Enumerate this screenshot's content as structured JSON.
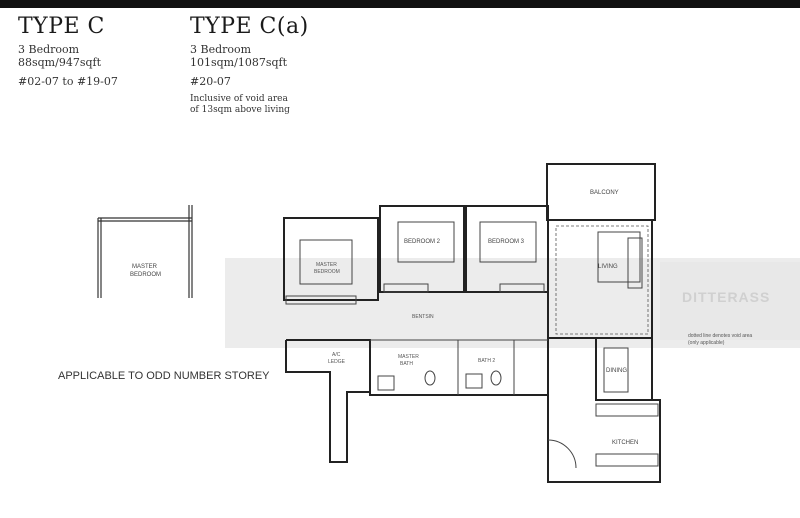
{
  "type_c": {
    "title": "TYPE C",
    "bedrooms": "3 Bedroom",
    "area": "88sqm/947sqft",
    "units": "#02-07 to #19-07"
  },
  "type_ca": {
    "title": "TYPE C(a)",
    "bedrooms": "3 Bedroom",
    "area": "101sqm/1087sqft",
    "units": "#20-07",
    "note_line1": "Inclusive of void area",
    "note_line2": "of 13sqm above living"
  },
  "applicable_note": "APPLICABLE TO ODD NUMBER STOREY",
  "rooms": {
    "master_bedroom_left": "MASTER BEDROOM",
    "master_bedroom": "MASTER BEDROOM",
    "bedroom2": "BEDROOM 2",
    "bedroom3": "BEDROOM 3",
    "balcony": "BALCONY",
    "living": "LIVING",
    "dining": "DINING",
    "kitchen": "KITCHEN",
    "master_bath": "MASTER BATH",
    "bath2": "BATH 2",
    "ac_ledge": "A/C LEDGE",
    "corridor": "BENTSIN"
  },
  "void_note": {
    "line1": "dotted line denotes void area",
    "line2": "(only applicable)"
  },
  "watermark": "DITTERASS"
}
